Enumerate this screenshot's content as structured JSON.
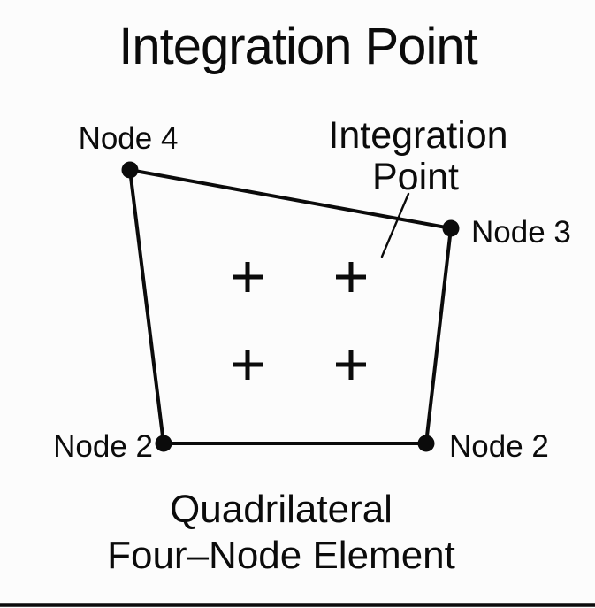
{
  "title": "Integration Point",
  "figure": {
    "annotation": {
      "line1": "Integration",
      "line2": "Point"
    },
    "nodes": {
      "top_left": {
        "label": "Node 4"
      },
      "top_right": {
        "label": "Node 3"
      },
      "bottom_left": {
        "label": "Node 2"
      },
      "bottom_right": {
        "label": "Node 2"
      }
    },
    "integration_point_count": 4,
    "caption": {
      "line1": "Quadrilateral",
      "line2": "Four–Node Element"
    }
  },
  "colors": {
    "background": "#fcfcfc",
    "ink": "#0b0b0b"
  }
}
